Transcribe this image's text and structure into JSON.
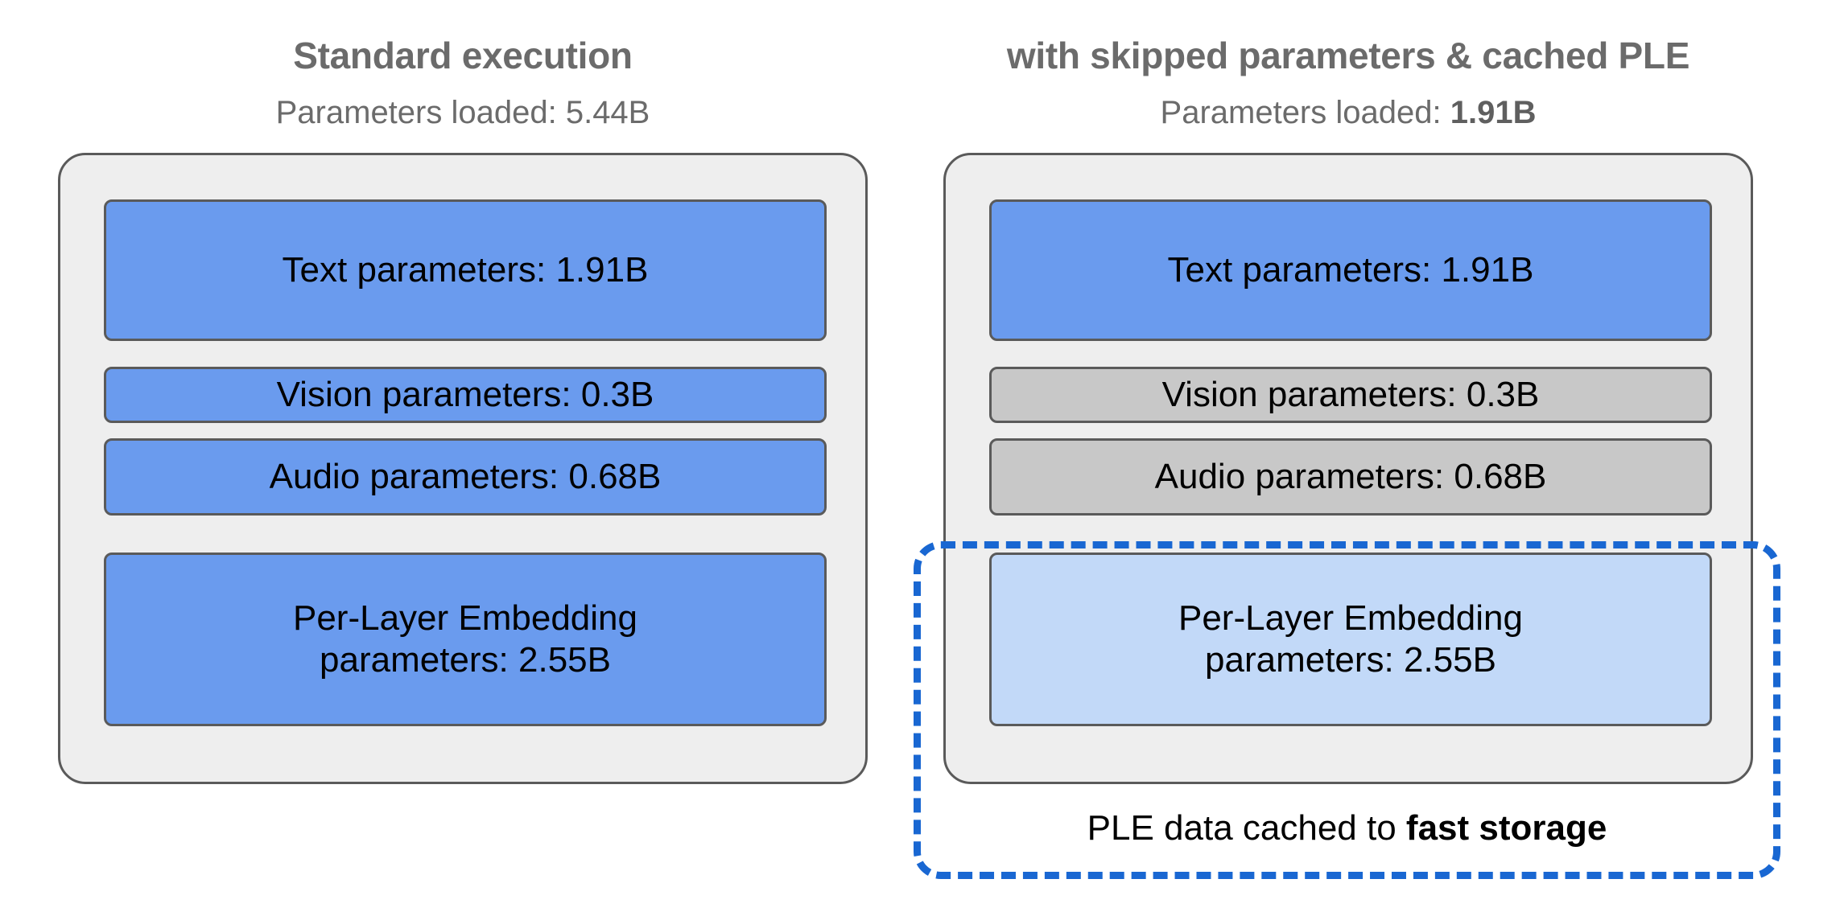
{
  "diagram": {
    "title_left": "Standard execution",
    "title_right": "with skipped parameters & cached PLE",
    "colors": {
      "active_blue": "#6a9bee",
      "skipped_grey": "#c8c8c8",
      "cached_light_blue": "#c2d9f8",
      "panel_background": "#eeeeee",
      "panel_border": "#5a5a5a",
      "dashed_accent": "#1967d2",
      "heading_grey": "#6b6b6b",
      "page_background": "#ffffff"
    }
  },
  "left_column": {
    "title": "Standard execution",
    "subtitle_prefix": "Parameters loaded: ",
    "subtitle_value": "5.44B",
    "subtitle_value_bold": false,
    "boxes": [
      {
        "label": "Text parameters: 1.91B",
        "name": "text-parameters",
        "state": "loaded"
      },
      {
        "label": "Vision parameters: 0.3B",
        "name": "vision-parameters",
        "state": "loaded"
      },
      {
        "label": "Audio parameters: 0.68B",
        "name": "audio-parameters",
        "state": "loaded"
      },
      {
        "label": "Per-Layer Embedding\nparameters: 2.55B",
        "label_line1": "Per-Layer Embedding",
        "label_line2": "parameters: 2.55B",
        "name": "ple-parameters",
        "state": "loaded"
      }
    ]
  },
  "right_column": {
    "title": "with skipped parameters & cached PLE",
    "subtitle_prefix": "Parameters loaded: ",
    "subtitle_value": "1.91B",
    "subtitle_value_bold": true,
    "boxes": [
      {
        "label": "Text parameters: 1.91B",
        "name": "text-parameters",
        "state": "loaded"
      },
      {
        "label": "Vision parameters: 0.3B",
        "name": "vision-parameters",
        "state": "skipped"
      },
      {
        "label": "Audio parameters: 0.68B",
        "name": "audio-parameters",
        "state": "skipped"
      },
      {
        "label_line1": "Per-Layer Embedding",
        "label_line2": "parameters: 2.55B",
        "name": "ple-parameters",
        "state": "cached"
      }
    ],
    "cache_caption_prefix": "PLE data cached to ",
    "cache_caption_emphasis": "fast storage"
  }
}
